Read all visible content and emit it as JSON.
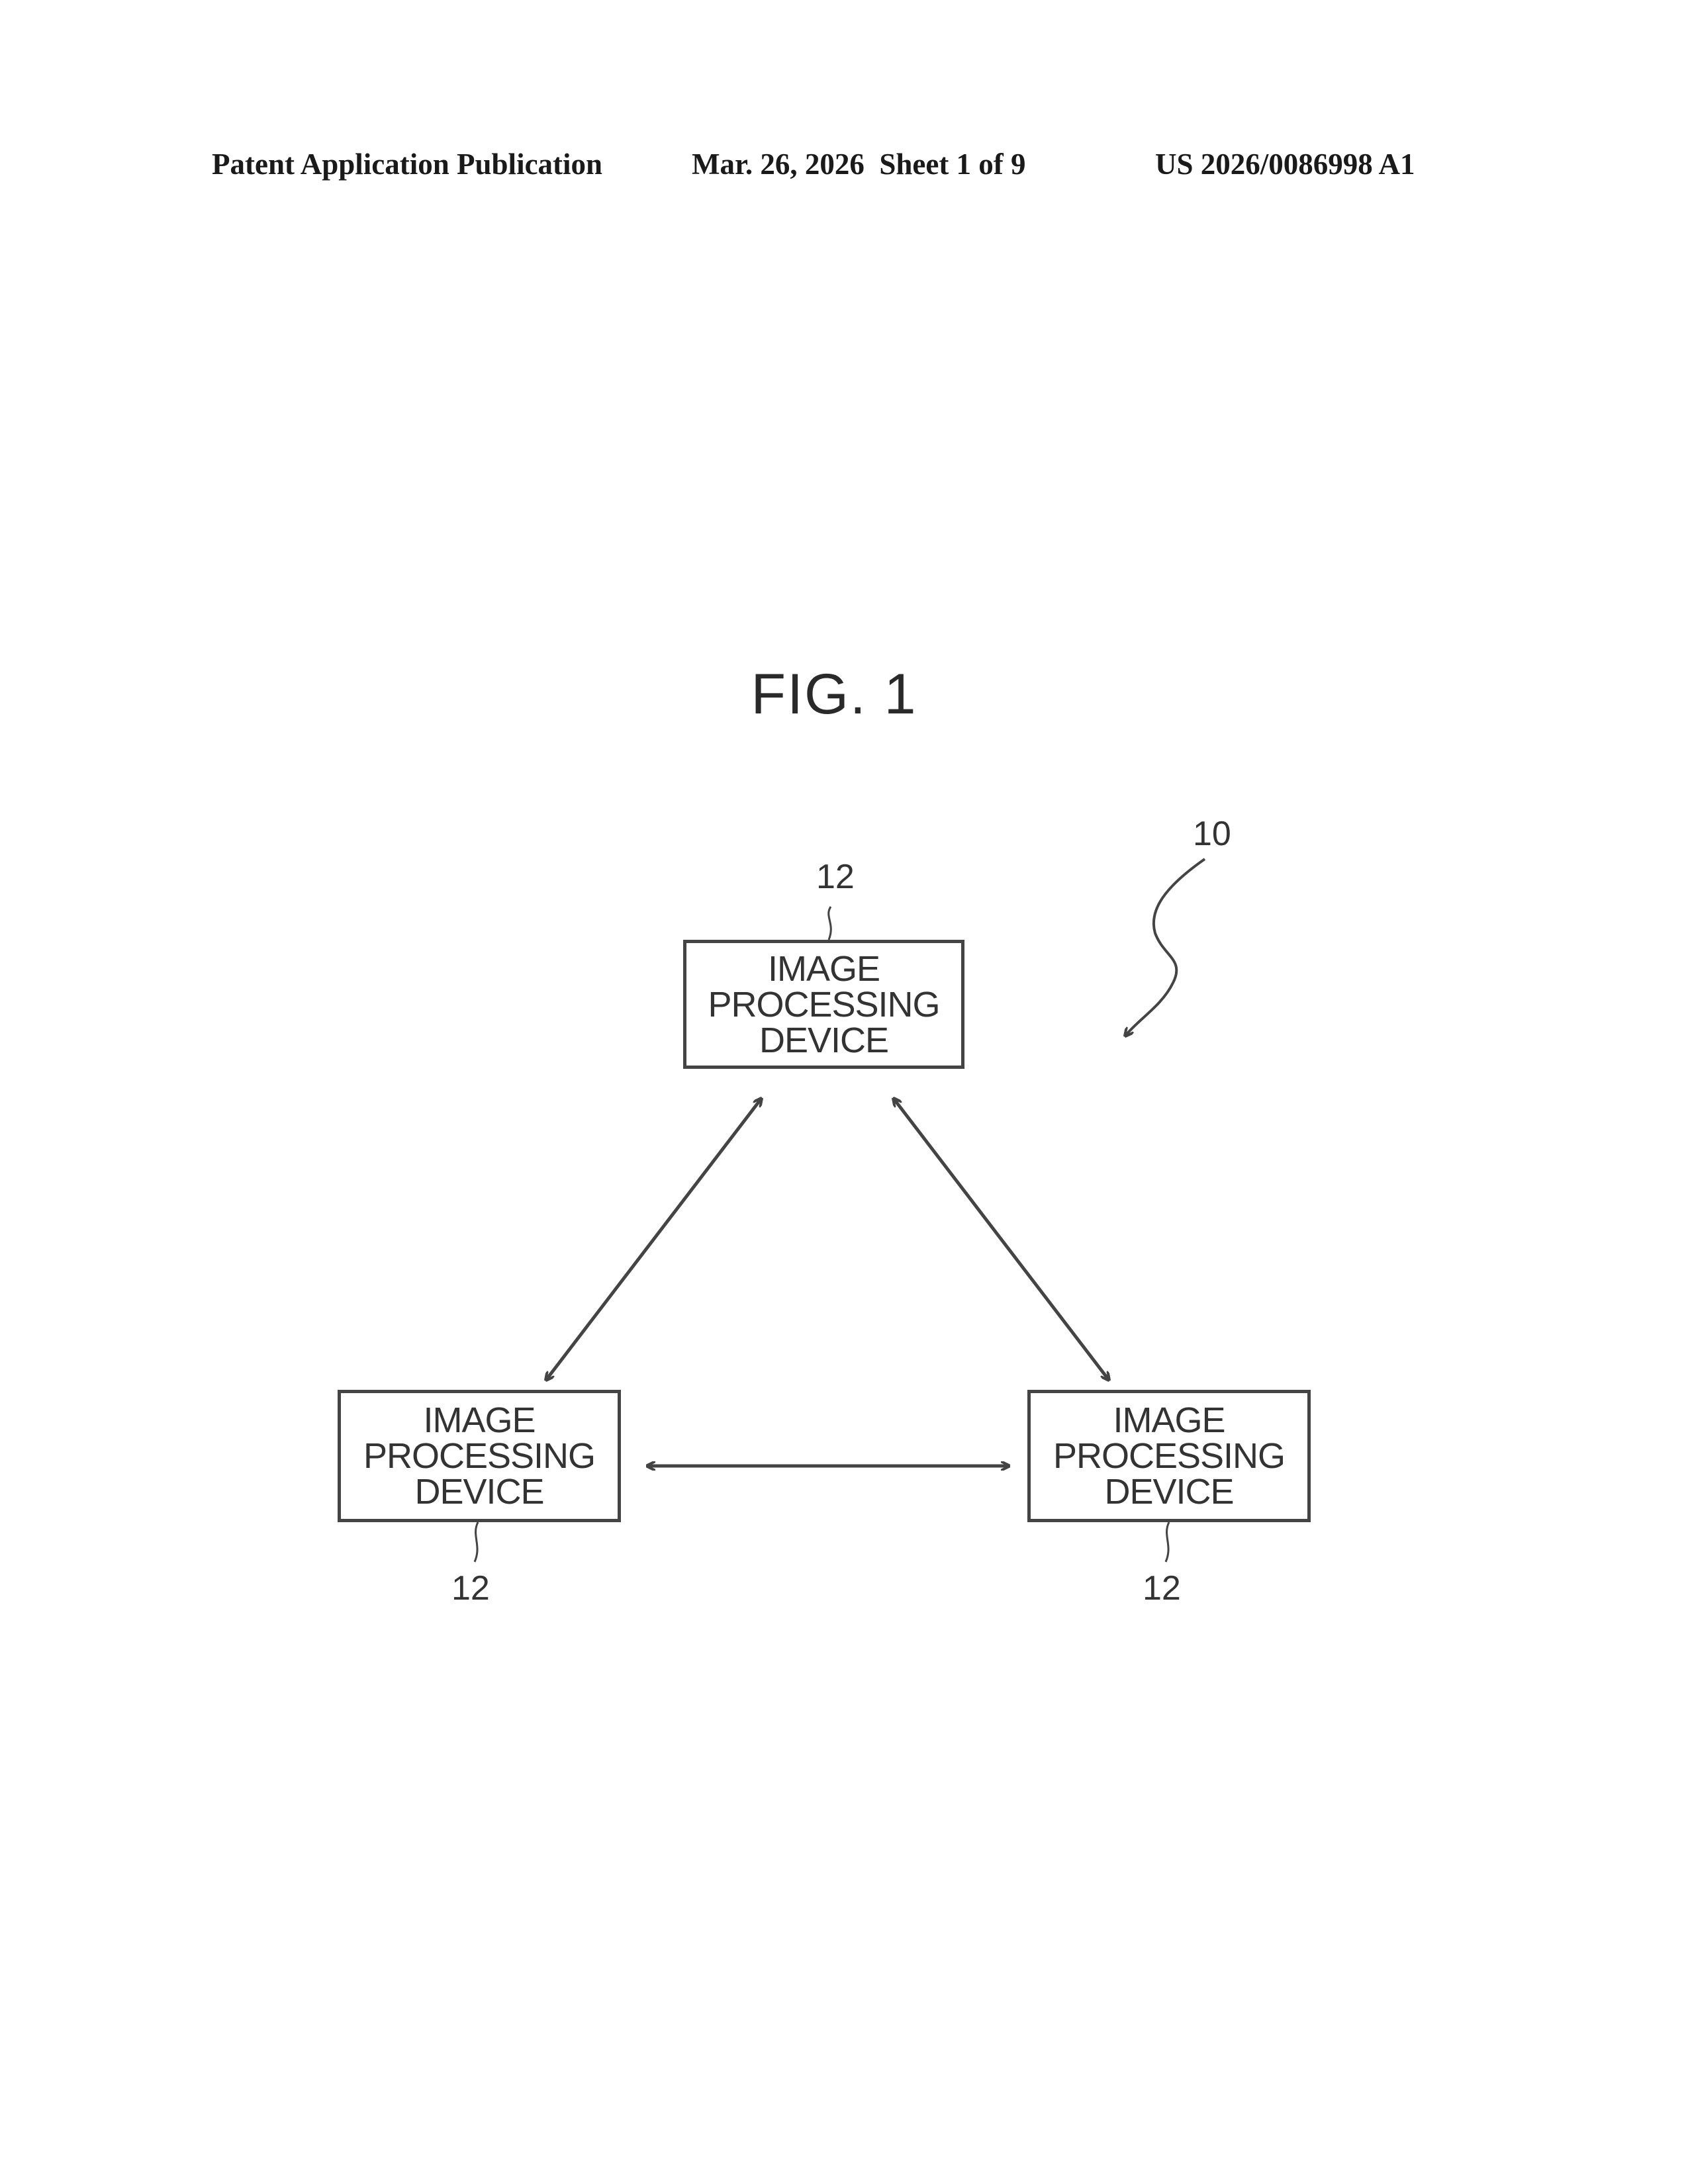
{
  "header": {
    "publication_label": "Patent Application Publication",
    "date_sheet": "Mar. 26, 2026  Sheet 1 of 9",
    "publication_number": "US 2026/0086998 A1"
  },
  "figure": {
    "title": "FIG. 1",
    "system_ref": "10",
    "devices": [
      {
        "label_lines": [
          "IMAGE",
          "PROCESSING",
          "DEVICE"
        ],
        "ref": "12"
      },
      {
        "label_lines": [
          "IMAGE",
          "PROCESSING",
          "DEVICE"
        ],
        "ref": "12"
      },
      {
        "label_lines": [
          "IMAGE",
          "PROCESSING",
          "DEVICE"
        ],
        "ref": "12"
      }
    ],
    "connections": [
      {
        "from": 0,
        "to": 1,
        "type": "bidirectional"
      },
      {
        "from": 0,
        "to": 2,
        "type": "bidirectional"
      },
      {
        "from": 1,
        "to": 2,
        "type": "bidirectional"
      }
    ]
  },
  "colors": {
    "line": "#444444",
    "text": "#333333"
  }
}
